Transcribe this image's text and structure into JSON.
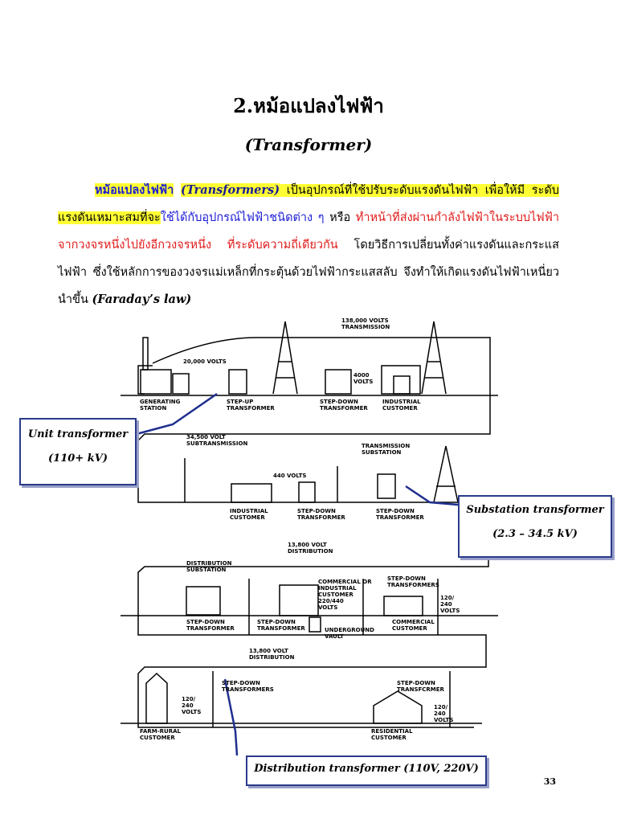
{
  "title": "2.หม้อแปลงไฟฟ้า",
  "subtitle": "(Transformer)",
  "paragraph": {
    "term_th": "หม้อแปลงไฟฟ้า",
    "term_en": "(Transformers)",
    "seg1": " เป็นอุปกรณ์ที่ใช้ปรับระดับแรงดันไฟฟ้า เพื่อให้มี ระดับแรงดันเหมาะสมที่จะ",
    "seg2": "ใช้ได้กับอุปกรณ์ไฟฟ้าชนิดต่าง ๆ",
    "seg3": " หรือ ",
    "seg4": "ทำหน้าที่ส่งผ่านกำลังไฟฟ้าในระบบไฟฟ้าจากวงจรหนึ่งไปยังอีกวงจรหนึ่ง ที่ระดับความถี่เดียวกัน",
    "seg5": " โดยวิธีการเปลี่ยนทั้งค่าแรงดันและกระแสไฟฟ้า ซึ่งใช้หลักการของวงจรแม่เหล็กที่กระตุ้นด้วยไฟฟ้ากระแสสลับ จึงทำให้เกิดแรงดันไฟฟ้าเหนี่ยวนำขึ้น ",
    "law": "(Faraday’s law)"
  },
  "diagram": {
    "labels": {
      "transmission": "138,000 VOLTS\nTRANSMISSION",
      "volts20k": "20,000 VOLTS",
      "generating": "GENERATING\nSTATION",
      "stepup": "STEP-UP\nTRANSFORMER",
      "volts4000": "4000\nVOLTS",
      "stepdown_top": "STEP-DOWN\nTRANSFORMER",
      "industrial_top": "INDUSTRIAL\nCUSTOMER",
      "subtransmission": "34,500 VOLT\nSUBTRANSMISSION",
      "trans_sub": "TRANSMISSION\nSUBSTATION",
      "volts440": "440 VOLTS",
      "industrial_mid": "INDUSTRIAL\nCUSTOMER",
      "stepdown_mid1": "STEP-DOWN\nTRANSFORMER",
      "stepdown_mid2": "STEP-DOWN\nTRANSFORMER",
      "dist13800_a": "13,800 VOLT\nDISTRIBUTION",
      "dist_sub": "DISTRIBUTION\nSUBSTATION",
      "commercial_ind": "COMMERCIAL OR\nINDUSTRIAL\nCUSTOMER\n220/440\nVOLTS",
      "stepdown_trs_a": "STEP-DOWN\nTRANSFORMERS",
      "volts120_240_a": "120/\n240\nVOLTS",
      "stepdown_low1": "STEP-DOWN\nTRANSFORMER",
      "stepdown_low2": "STEP-DOWN\nTRANSFORMER",
      "underground": "UNDERGROUND\nVAULT",
      "commercial_cust": "COMMERCIAL\nCUSTOMER",
      "dist13800_b": "13,800 VOLT\nDISTRIBUTION",
      "stepdown_trs_b": "STEP-DOWN\nTRANSFORMERS",
      "volts120_240_b": "120/\n240\nVOLTS",
      "farm": "FARM-RURAL\nCUSTOMER",
      "stepdown_bot": "STEP-DOWN\nTRANSFCRMER",
      "volts120_240_c": "120/\n240\nVOLTS",
      "residential": "RESIDENTIAL\nCUSTOMER"
    }
  },
  "callouts": {
    "unit_title": "Unit transformer",
    "unit_range": "(110+ kV)",
    "sub_title": "Substation transformer",
    "sub_range": "(2.3 – 34.5 kV)",
    "dist": "Distribution transformer (110V, 220V)"
  },
  "page_number": "33"
}
